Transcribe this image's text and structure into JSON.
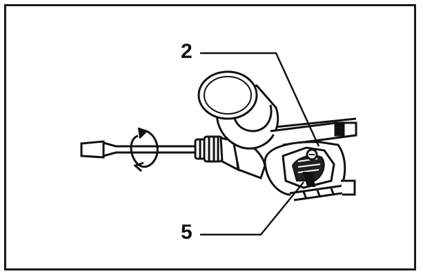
{
  "figure": {
    "callouts": [
      {
        "id": "callout-2",
        "label": "2",
        "points_to": "adjustment-screw"
      },
      {
        "id": "callout-5",
        "label": "5",
        "points_to": "locking-lever"
      }
    ],
    "icons": [
      "screwdriver-icon",
      "rotation-arrow-icon",
      "drill-chuck-icon",
      "drill-body-icon"
    ],
    "colors": {
      "ink": "#111111",
      "paper": "#ffffff"
    }
  }
}
